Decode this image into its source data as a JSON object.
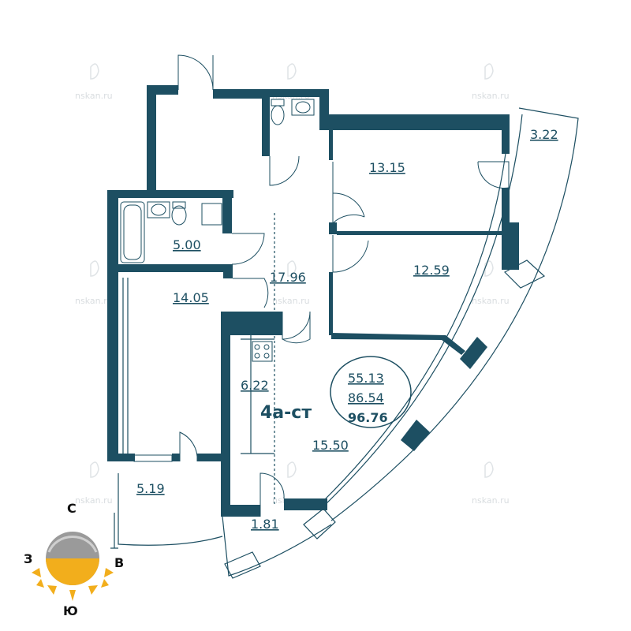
{
  "watermark": "nskan.ru",
  "apartment": {
    "type": "4а-ст",
    "areas": {
      "living": "55.13",
      "total": "86.54",
      "total_with_balcony": "96.76"
    }
  },
  "rooms": [
    {
      "id": "balcony_ne",
      "label": "3.22"
    },
    {
      "id": "bedroom_1",
      "label": "13.15"
    },
    {
      "id": "bathroom",
      "label": "5.00"
    },
    {
      "id": "hall",
      "label": "17.96"
    },
    {
      "id": "bedroom_2",
      "label": "12.59"
    },
    {
      "id": "room_w",
      "label": "14.05"
    },
    {
      "id": "kitchen",
      "label": "6.22"
    },
    {
      "id": "living_room",
      "label": "15.50"
    },
    {
      "id": "loggia_sw",
      "label": "5.19"
    },
    {
      "id": "loggia_s",
      "label": "1.81"
    }
  ],
  "compass": {
    "north": "С",
    "west": "З",
    "east": "В",
    "south": "Ю"
  },
  "colors": {
    "wall": "#1d4f62",
    "text": "#1d4f62",
    "watermark": "#d9dde0",
    "sun": "#f2ae1c"
  }
}
